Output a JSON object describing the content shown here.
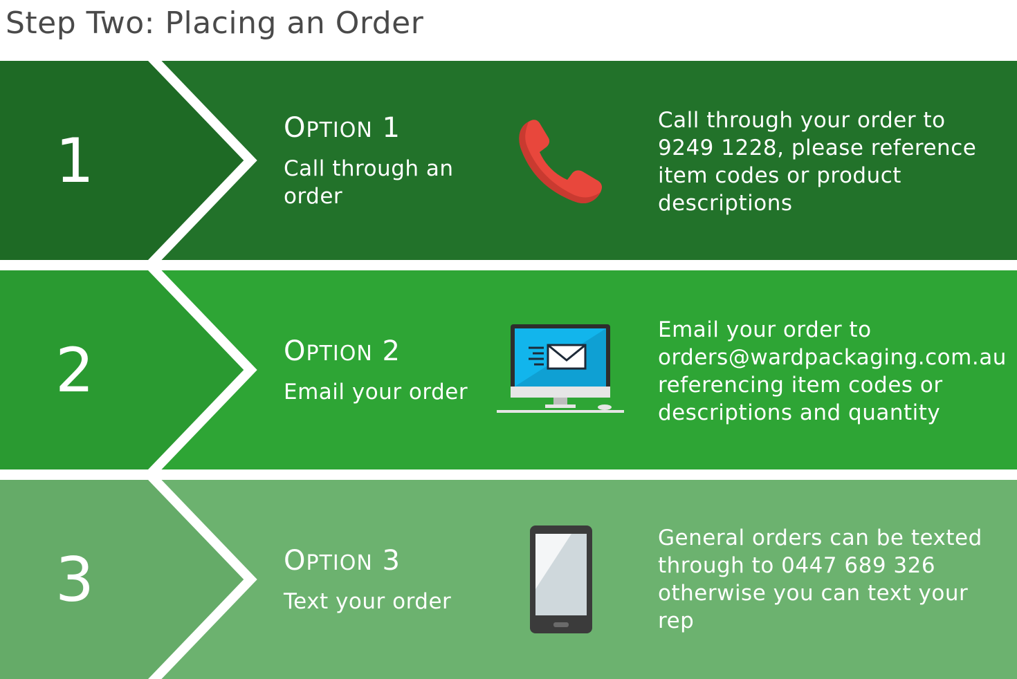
{
  "page": {
    "title": "Step Two: Placing an Order"
  },
  "options": [
    {
      "number": "1",
      "title_cap": "O",
      "title_rest": "PTION",
      "title_num": "1",
      "subtitle": "Call through an order",
      "icon": "phone-icon",
      "description": "Call through your order to 9249 1228, please reference item codes or product descriptions"
    },
    {
      "number": "2",
      "title_cap": "O",
      "title_rest": "PTION",
      "title_num": "2",
      "subtitle": "Email your order",
      "icon": "computer-email-icon",
      "description": "Email your order to orders@wardpackaging.com.au referencing item codes or descriptions and quantity"
    },
    {
      "number": "3",
      "title_cap": "O",
      "title_rest": "PTION",
      "title_num": "3",
      "subtitle": "Text your order",
      "icon": "mobile-phone-icon",
      "description": "General orders can be texted through to 0447 689 326 otherwise you can text your rep"
    }
  ],
  "colors": {
    "band_1": "#22722a",
    "band_2": "#2ea535",
    "band_3": "#6cb26f",
    "phone_red": "#e8473c",
    "screen_blue": "#12b5ec"
  }
}
